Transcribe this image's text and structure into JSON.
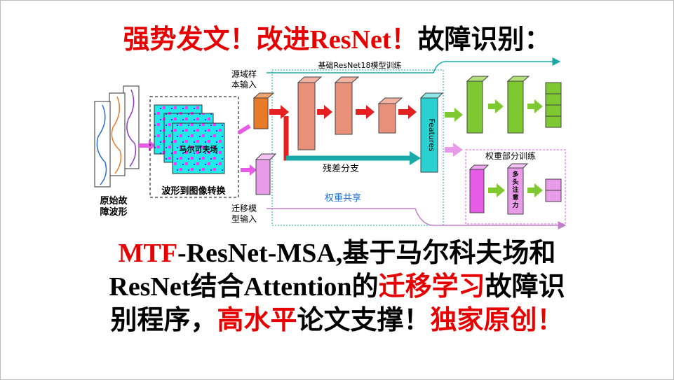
{
  "title": {
    "part1": "强势发文！改进ResNet！",
    "part2": "故障识别："
  },
  "diagram": {
    "raw_waveform_label": "原始故障波形",
    "markov_label": "马尔可夫场",
    "waveform_to_image_label": "波形到图像转换",
    "source_input_label": "源域样本输入",
    "target_input_label": "迁移模型输入",
    "base_resnet_label": "基础ResNet18模型训练",
    "residual_branch_label": "残差分支",
    "weight_sharing_label": "权重共享",
    "features_label": "Features",
    "weight_part_training_label": "权重部分训练",
    "attention_label": "多头注意力"
  },
  "colors": {
    "accent_red": "#e60000",
    "teal": "#1aa9a9",
    "green": "#7ec832",
    "magenta": "#e65ce6",
    "salmon": "#e8907a",
    "orange": "#e87b28"
  },
  "body": {
    "line1": {
      "a": "MTF",
      "b": "-ResNet-MSA,",
      "c": "基于马尔科夫场和"
    },
    "line2": {
      "a": "ResNet",
      "b": "结合",
      "c": "Attention",
      "d": "的",
      "e": "迁移学习",
      "f": "故障识"
    },
    "line3": {
      "a": "别程序，",
      "b": "高水平",
      "c": "论文支撑！",
      "d": "独家原创！"
    }
  }
}
